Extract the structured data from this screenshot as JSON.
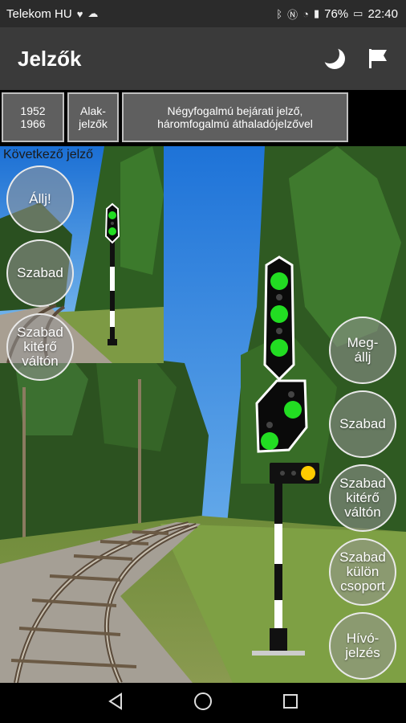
{
  "status": {
    "carrier": "Telekom HU",
    "battery": "76%",
    "time": "22:40"
  },
  "appbar": {
    "title": "Jelzők",
    "actions": [
      "moon-icon",
      "flag-icon"
    ]
  },
  "tabs": [
    {
      "label": "1952\n1966"
    },
    {
      "label": "Alak-\njelzők"
    },
    {
      "label": "Négyfogalmú bejárati jelző,\nháromfogalmú áthaladójelzővel"
    }
  ],
  "inset": {
    "label": "Következő jelző"
  },
  "left_buttons": [
    {
      "label": "Állj!"
    },
    {
      "label": "Szabad"
    },
    {
      "label": "Szabad\nkitérő\nváltón"
    }
  ],
  "right_buttons": [
    {
      "label": "Meg-\nállj"
    },
    {
      "label": "Szabad"
    },
    {
      "label": "Szabad\nkitérő\nváltón"
    },
    {
      "label": "Szabad\nkülön\ncsoport"
    },
    {
      "label": "Hívó-\njelzés"
    }
  ],
  "colors": {
    "signal_green": "#22dd22",
    "signal_yellow": "#ffcc00"
  }
}
